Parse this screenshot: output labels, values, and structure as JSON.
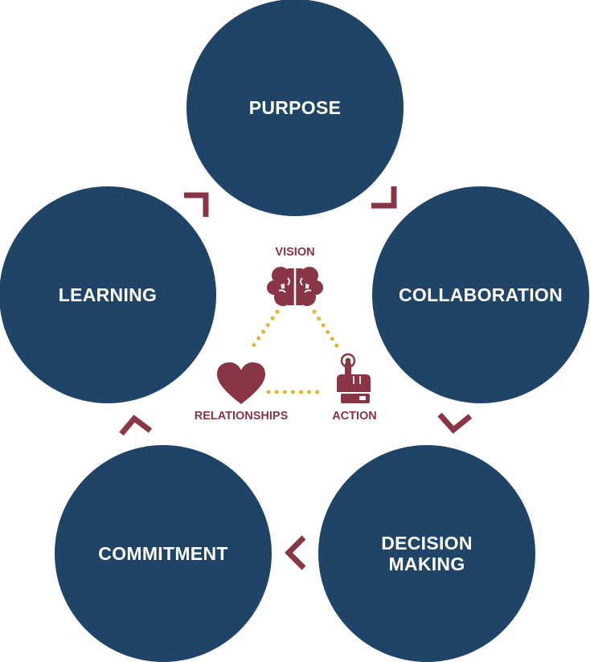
{
  "colors": {
    "circle": "#1f4468",
    "accent": "#8a3545",
    "dots": "#e8b52e",
    "label": "#ffffff"
  },
  "cycle": [
    {
      "id": "purpose",
      "label": "PURPOSE"
    },
    {
      "id": "collaboration",
      "label": "COLLABORATION"
    },
    {
      "id": "decision",
      "label_lines": [
        "DECISION",
        "MAKING"
      ]
    },
    {
      "id": "commitment",
      "label": "COMMITMENT"
    },
    {
      "id": "learning",
      "label": "LEARNING"
    }
  ],
  "center": {
    "vision": {
      "label": "VISION",
      "icon": "brain-icon"
    },
    "action": {
      "label": "ACTION",
      "icon": "pointing-hand-icon"
    },
    "relationships": {
      "label": "RELATIONSHIPS",
      "icon": "heart-icon"
    }
  }
}
